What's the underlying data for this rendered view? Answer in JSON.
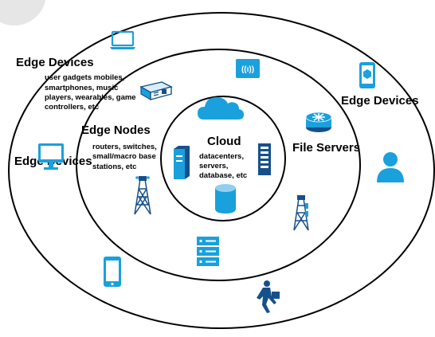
{
  "outer": {
    "title_top_left": "Edge Devices",
    "desc_lines": [
      "user gadgets mobiles,",
      "smartphones, music",
      "players, wearables, game",
      "controllers, etc"
    ],
    "title_right": "Edge Devices",
    "title_left": "Edge Devices"
  },
  "middle": {
    "title": "Edge Nodes",
    "desc_lines": [
      "routers, switches,",
      "small/macro base",
      "stations, etc"
    ],
    "file_servers": "File Servers"
  },
  "inner": {
    "title": "Cloud",
    "desc_lines": [
      "datacenters,",
      "servers,",
      "database, etc"
    ]
  },
  "colors": {
    "icon_blue": "#1aa0dc",
    "icon_dark": "#16508a",
    "ring": "#000000"
  }
}
